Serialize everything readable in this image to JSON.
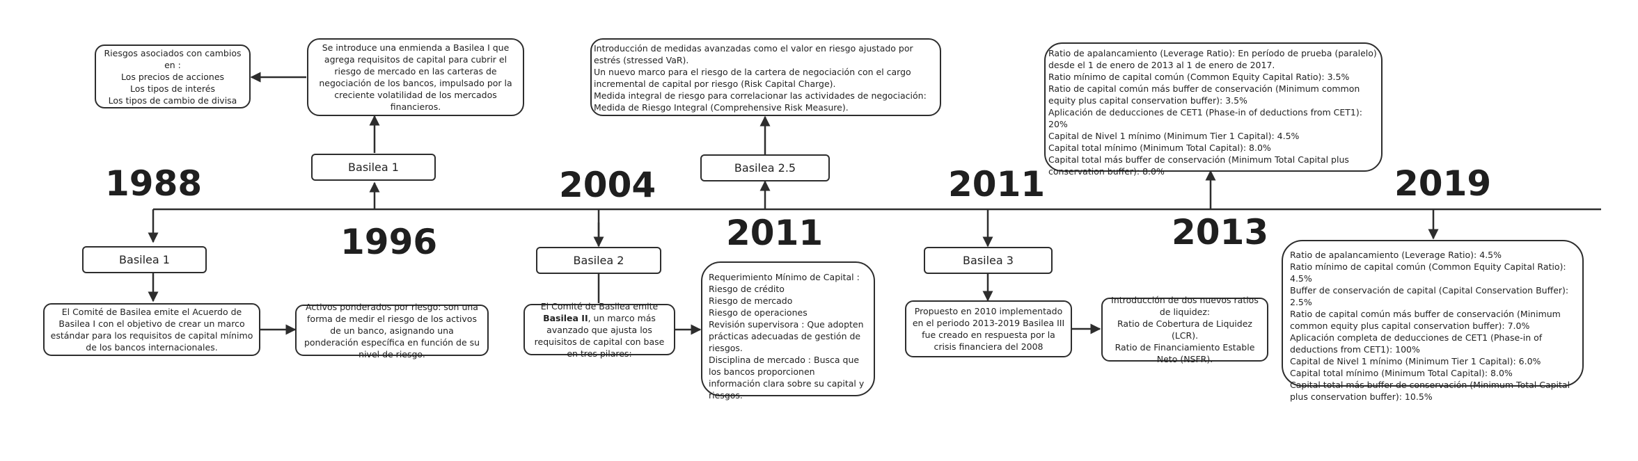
{
  "years": {
    "y1988": "1988",
    "y1996": "1996",
    "y2004": "2004",
    "y2011a": "2011",
    "y2011b": "2011",
    "y2013": "2013",
    "y2019": "2019"
  },
  "labels": {
    "basilea1_bottom": "Basilea 1",
    "basilea1_top": "Basilea 1",
    "basilea2": "Basilea 2",
    "basilea25": "Basilea 2.5",
    "basilea3": "Basilea 3"
  },
  "boxes": {
    "riesgos": [
      "Riesgos asociados con cambios en :",
      "Los precios de acciones",
      "Los tipos de interés",
      "Los tipos de cambio de divisa"
    ],
    "enmienda": [
      "Se introduce una enmienda a Basilea I que agrega requisitos de capital para cubrir el riesgo de mercado en las carteras de negociación de los bancos, impulsado por la creciente volatilidad de los mercados financieros."
    ],
    "basilea25_desc": [
      "Introducción de medidas avanzadas como el valor en riesgo ajustado por estrés (stressed VaR).",
      "Un nuevo marco para el riesgo de la cartera de negociación con el cargo incremental de capital por riesgo (Risk Capital Charge).",
      "Medida integral de riesgo para correlacionar las actividades de negociación: Medida de Riesgo Integral (Comprehensive Risk Measure)."
    ],
    "ratios2013": [
      "Ratio de apalancamiento (Leverage Ratio): En período de prueba (paralelo) desde el 1 de enero de 2013 al 1 de enero de 2017.",
      "Ratio mínimo de capital común (Common Equity Capital Ratio): 3.5%",
      "Ratio de capital común más buffer de conservación (Minimum common equity plus capital conservation buffer): 3.5%",
      "Aplicación de deducciones de CET1 (Phase-in of deductions from CET1): 20%",
      "Capital de Nivel 1 mínimo (Minimum Tier 1 Capital): 4.5%",
      "Capital total mínimo (Minimum Total Capital): 8.0%",
      "Capital total más buffer de conservación (Minimum Total Capital plus conservation buffer): 8.0%"
    ],
    "comite1988": [
      "El Comité de Basilea emite el Acuerdo de Basilea I con el objetivo de crear un marco estándar para los requisitos de capital mínimo de los bancos internacionales."
    ],
    "activos": [
      "Activos ponderados por riesgo: son una forma de medir el riesgo de los activos de un banco, asignando una ponderación específica en función de su nivel de riesgo."
    ],
    "comite2004": {
      "before": "El Comité de Basilea emite ",
      "bold": "Basilea II",
      "after": ", un marco más avanzado que ajusta los requisitos de capital con base en tres pilares:"
    },
    "pilares": [
      "Requerimiento Mínimo de Capital :",
      "Riesgo de crédito",
      "Riesgo de mercado",
      "Riesgo de operaciones",
      "Revisión supervisora : Que adopten prácticas adecuadas de gestión de riesgos.",
      "Disciplina de mercado : Busca que los bancos proporcionen información clara sobre su capital y riesgos."
    ],
    "propuesto2010": [
      "Propuesto en 2010 implementado en el periodo 2013-2019 Basilea III fue creado en respuesta por la crisis financiera del 2008"
    ],
    "liquidez": [
      "Introducción de dos nuevos ratios de liquidez:",
      "Ratio de Cobertura de Liquidez (LCR).",
      "Ratio de Financiamiento Estable Neto (NSFR)."
    ],
    "ratios2019": [
      "Ratio de apalancamiento (Leverage Ratio): 4.5%",
      "Ratio mínimo de capital común (Common Equity Capital Ratio): 4.5%",
      "Buffer de conservación de capital (Capital Conservation Buffer): 2.5%",
      "Ratio de capital común más buffer de conservación (Minimum common equity plus capital conservation buffer): 7.0%",
      "Aplicación completa de deducciones de CET1 (Phase-in of deductions from CET1): 100%",
      "Capital de Nivel 1 mínimo (Minimum Tier 1 Capital): 6.0%",
      "Capital total mínimo (Minimum Total Capital): 8.0%",
      "Capital total más buffer de conservación (Minimum Total Capital plus conservation buffer): 10.5%"
    ]
  }
}
